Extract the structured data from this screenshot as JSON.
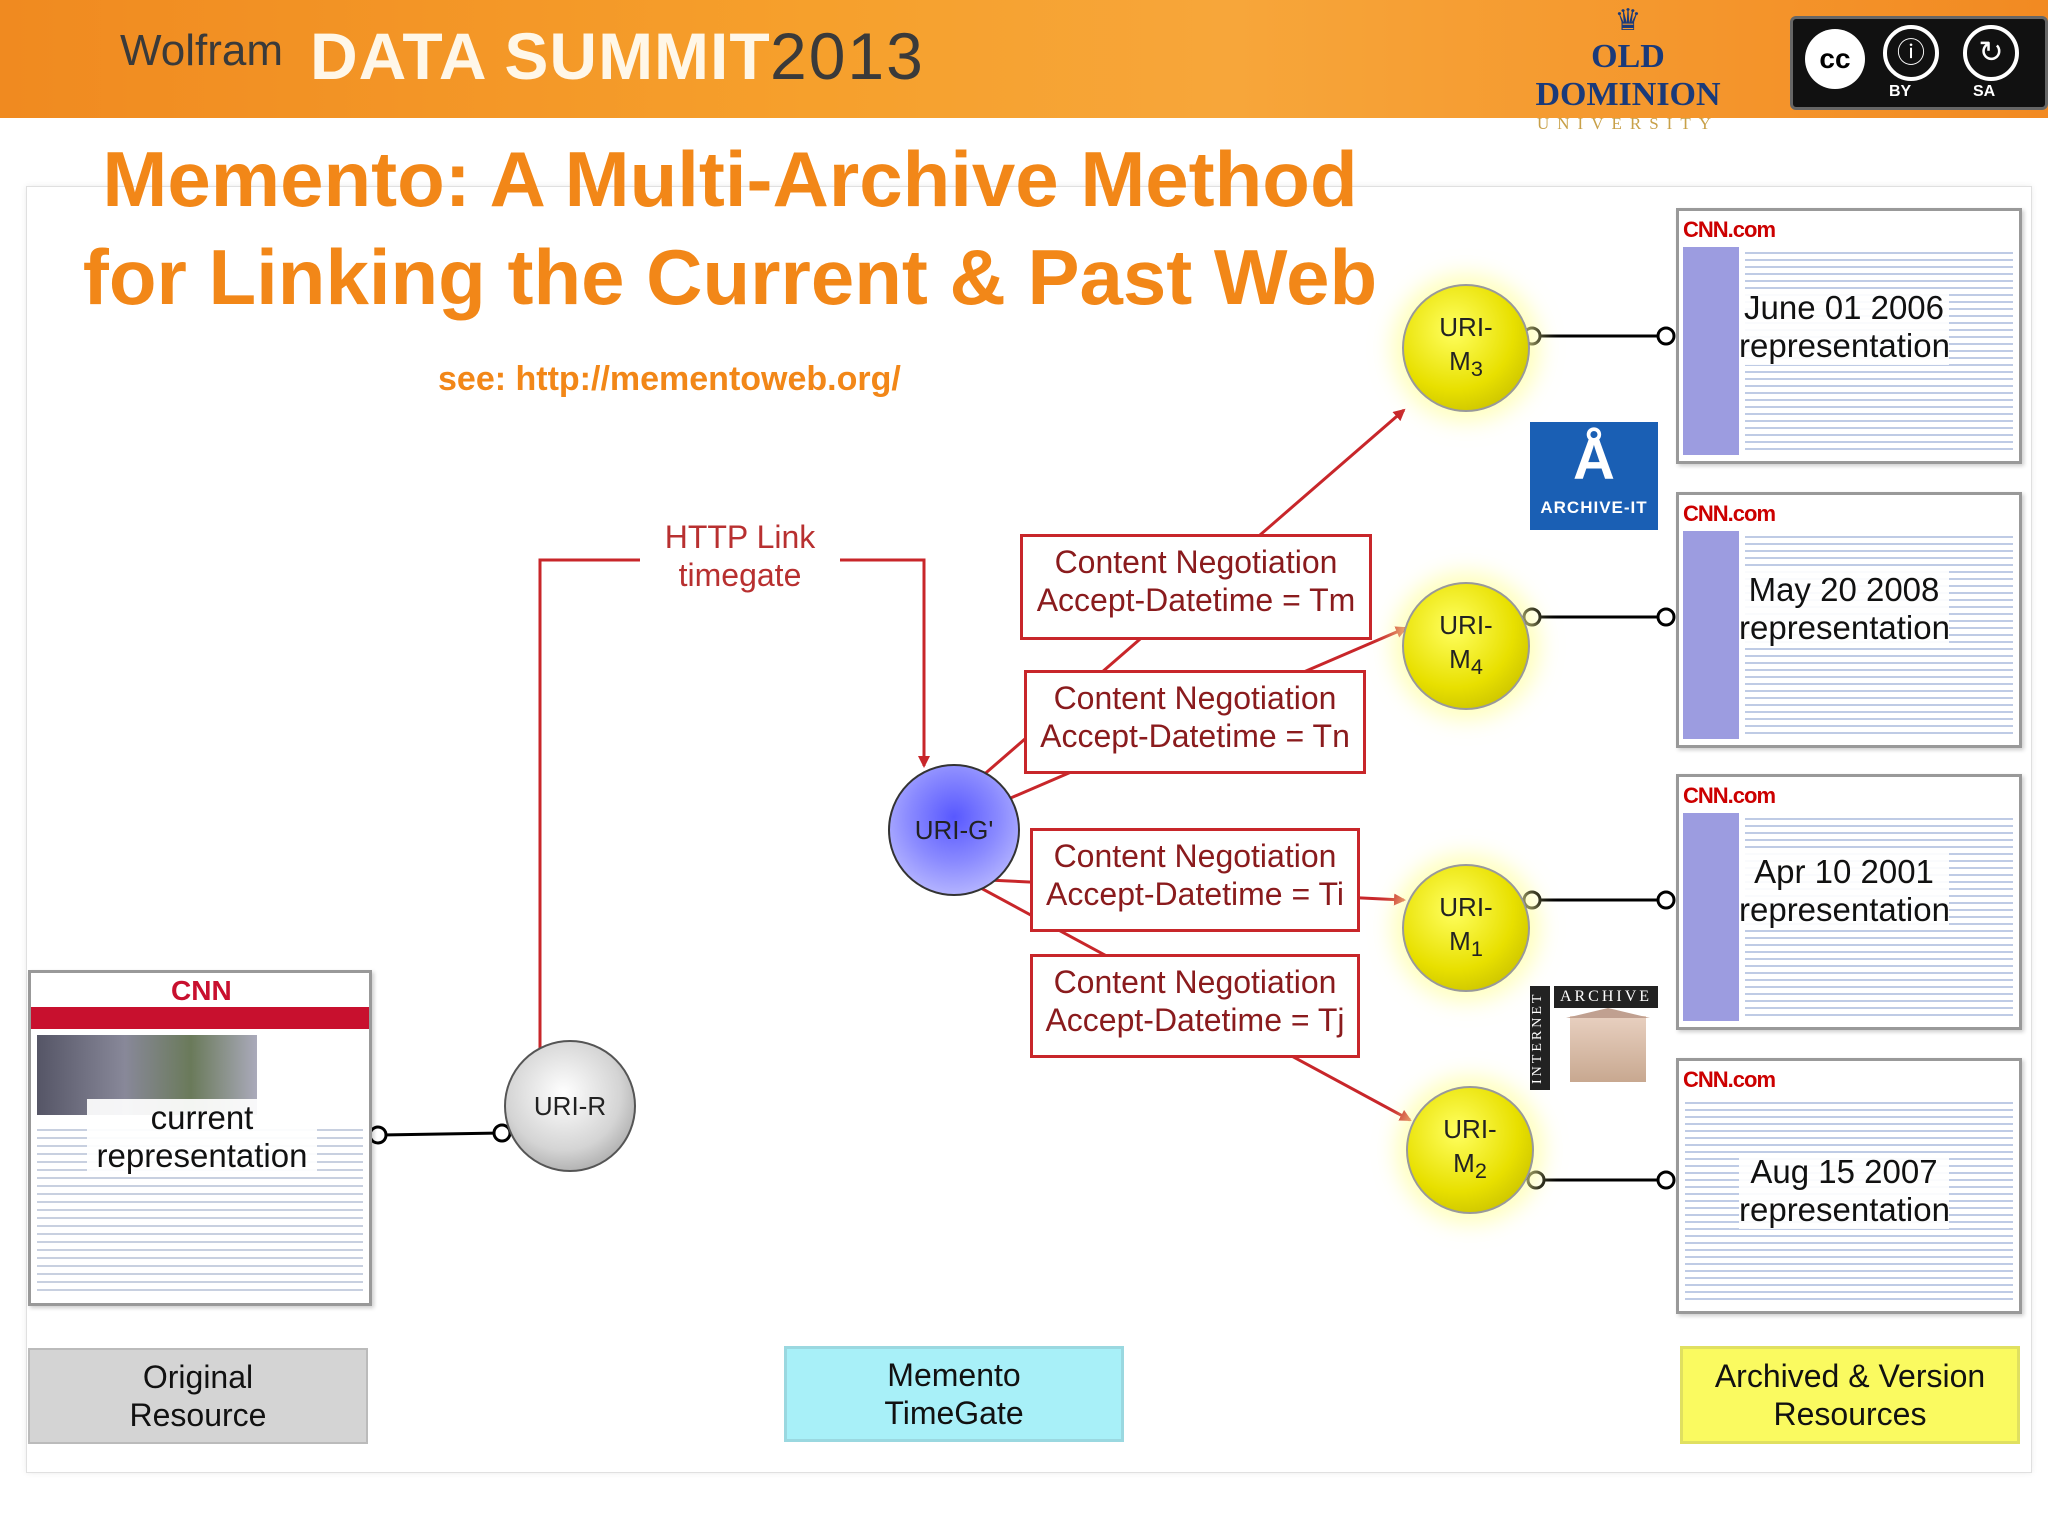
{
  "banner": {
    "brand": "Wolfram",
    "event": "DATA SUMMIT",
    "year": "2013",
    "university_line1": "OLD DOMINION",
    "university_line2": "UNIVERSITY",
    "license_cc": "cc",
    "license_by": "BY",
    "license_sa": "SA",
    "license_icon_by": "attribution-icon",
    "license_icon_sa": "share-alike-icon"
  },
  "title": {
    "line1": "Memento: A Multi-Archive Method",
    "line2": "for Linking the Current & Past Web"
  },
  "see": "see: http://mementoweb.org/",
  "http_link": {
    "line1": "HTTP Link",
    "line2": "timegate"
  },
  "nodes": {
    "uri_r": "URI-R",
    "uri_g": "URI-G'",
    "uri_m3": {
      "a": "URI-",
      "b": "M",
      "sub": "3"
    },
    "uri_m4": {
      "a": "URI-",
      "b": "M",
      "sub": "4"
    },
    "uri_m1": {
      "a": "URI-",
      "b": "M",
      "sub": "1"
    },
    "uri_m2": {
      "a": "URI-",
      "b": "M",
      "sub": "2"
    }
  },
  "negotiations": [
    {
      "line1": "Content Negotiation",
      "line2": "Accept-Datetime = Tm"
    },
    {
      "line1": "Content Negotiation",
      "line2": "Accept-Datetime = Tn"
    },
    {
      "line1": "Content Negotiation",
      "line2": "Accept-Datetime = Ti"
    },
    {
      "line1": "Content Negotiation",
      "line2": "Accept-Datetime = Tj"
    }
  ],
  "representations": [
    {
      "date": "June 01 2006",
      "label": "representation",
      "logo": "CNN.com"
    },
    {
      "date": "May 20 2008",
      "label": "representation",
      "logo": "CNN.com"
    },
    {
      "date": "Apr 10 2001",
      "label": "representation",
      "logo": "CNN.com"
    },
    {
      "date": "Aug 15 2007",
      "label": "representation",
      "logo": "CNN.com"
    }
  ],
  "original": {
    "logo": "CNN",
    "line1": "current",
    "line2": "representation"
  },
  "archive_it": "ARCHIVE-IT",
  "internet_archive": {
    "vertical": "INTERNET",
    "horizontal": "ARCHIVE"
  },
  "legend": {
    "original": {
      "line1": "Original",
      "line2": "Resource"
    },
    "timegate": {
      "line1": "Memento",
      "line2": "TimeGate"
    },
    "archived": {
      "line1": "Archived & Version",
      "line2": "Resources"
    }
  },
  "colors": {
    "accent": "#f28718",
    "arrow": "#c8262a",
    "original_box": "#d4d4d4",
    "timegate_box": "#a8f0f8",
    "archived_box": "#fafa60"
  }
}
